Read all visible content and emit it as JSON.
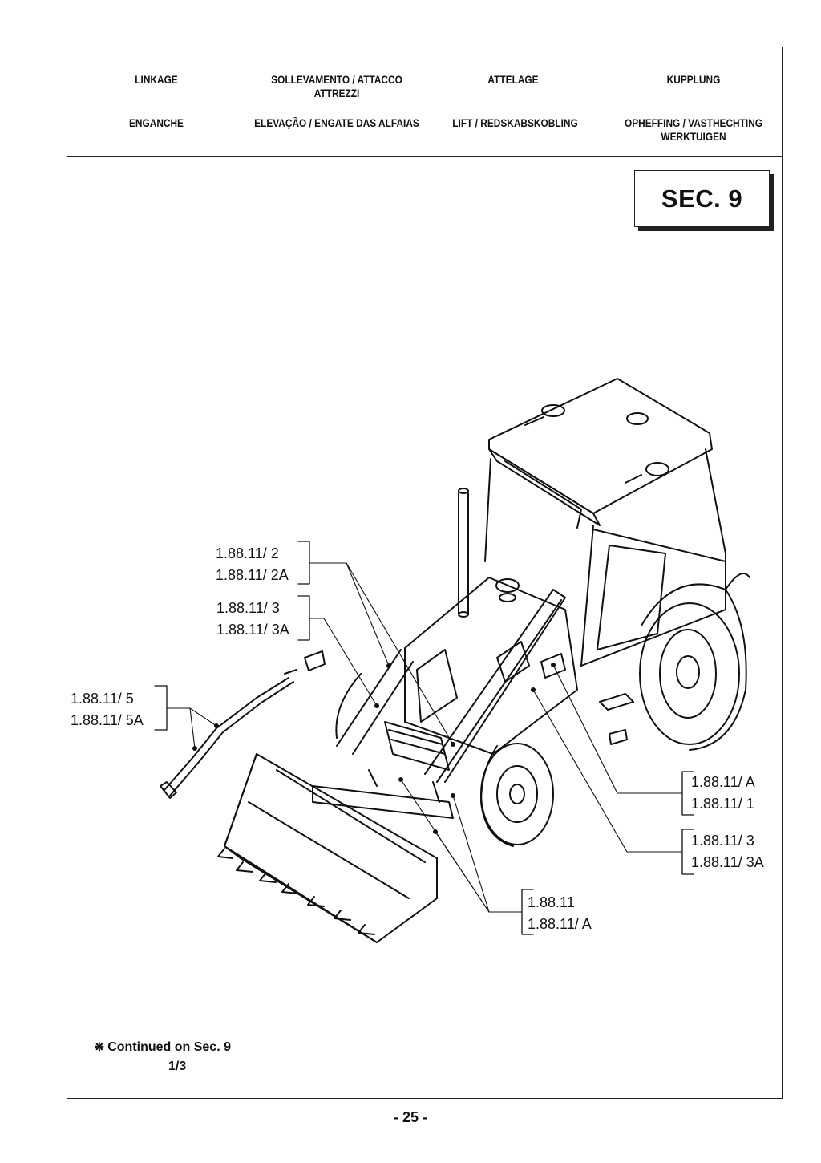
{
  "header": {
    "row1": [
      "LINKAGE",
      "SOLLEVAMENTO / ATTACCO\nATTREZZI",
      "ATTELAGE",
      "KUPPLUNG"
    ],
    "row2": [
      "ENGANCHE",
      "ELEVAÇÃO / ENGATE DAS ALFAIAS",
      "LIFT / REDSKABSKOBLING",
      "OPHEFFING / VASTHECHTING\nWERKTUIGEN"
    ]
  },
  "section": {
    "label": "SEC. 9"
  },
  "callouts": {
    "c1": [
      "1.88.11/  2",
      "1.88.11/  2A"
    ],
    "c2": [
      "1.88.11/  3",
      "1.88.11/  3A"
    ],
    "c3": [
      "1.88.11/  5",
      "1.88.11/  5A"
    ],
    "c4": [
      "1.88.11/  A",
      "1.88.11/ 1"
    ],
    "c5": [
      "1.88.11/ 3",
      "1.88.11/ 3A"
    ],
    "c6": [
      "1.88.11",
      "1.88.11/  A"
    ]
  },
  "footnote": {
    "line1": "Continued on Sec. 9",
    "line2": "1/3",
    "symbol": "snowflake-asterisk-icon"
  },
  "page": {
    "number": "- 25 -"
  }
}
